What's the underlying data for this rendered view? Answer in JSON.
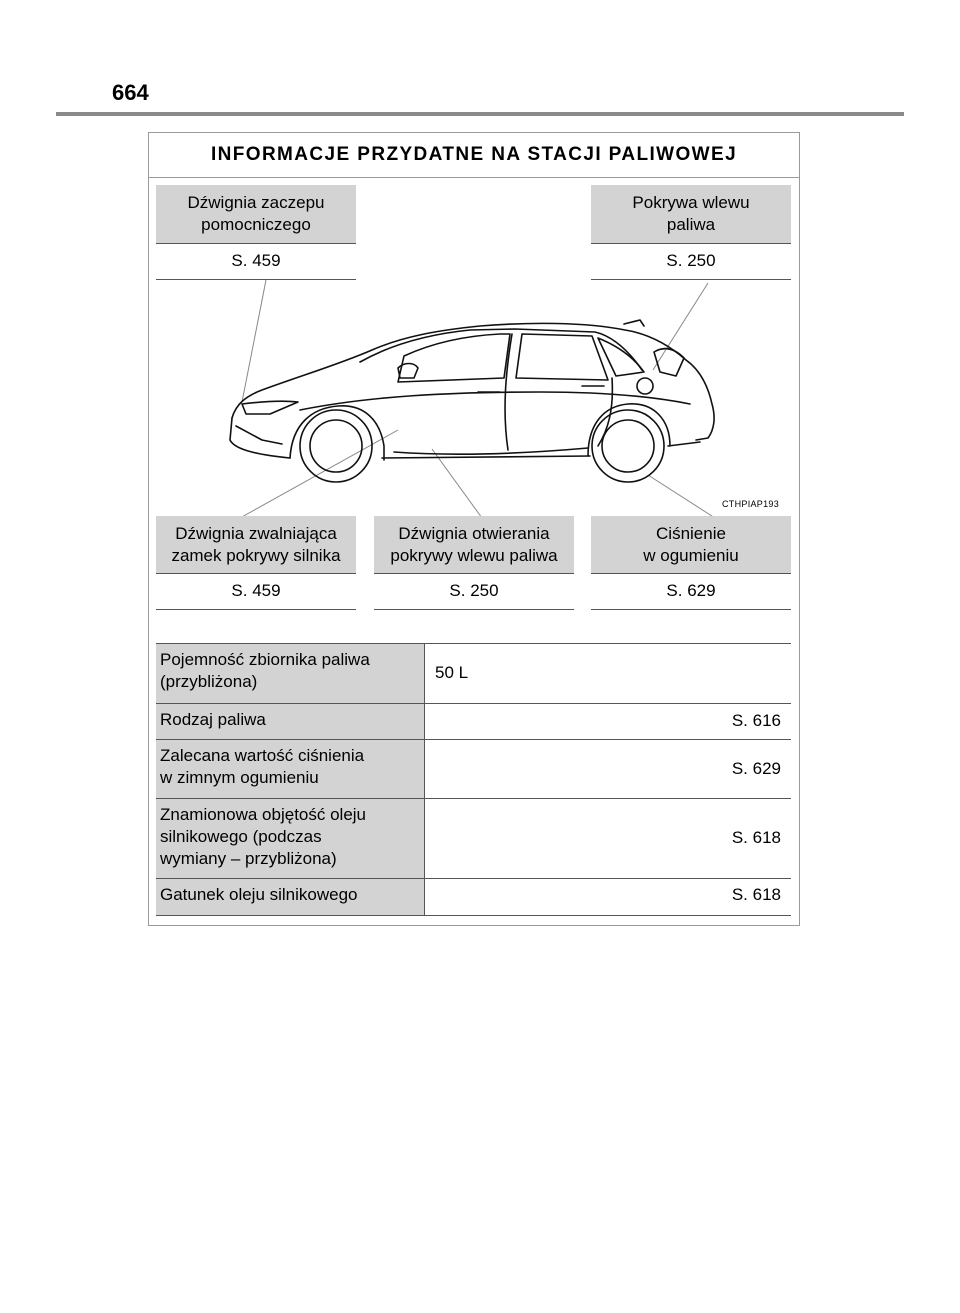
{
  "page_number": "664",
  "title": "INFORMACJE PRZYDATNE NA STACJI PALIWOWEJ",
  "callouts": {
    "hood_aux_latch": {
      "label": "Dźwignia zaczepu\npomocniczego",
      "ref": "S. 459"
    },
    "fuel_filler_door": {
      "label": "Pokrywa wlewu\npaliwa",
      "ref": "S. 250"
    },
    "hood_release": {
      "label": "Dźwignia zwalniająca\nzamek pokrywy silnika",
      "ref": "S. 459"
    },
    "fuel_door_opener": {
      "label": "Dźwignia otwierania\npokrywy wlewu paliwa",
      "ref": "S. 250"
    },
    "tire_pressure": {
      "label": "Ciśnienie\nw ogumieniu",
      "ref": "S. 629"
    }
  },
  "figure_code": "CTHPIAP193",
  "table": [
    {
      "key": "Pojemność zbiornika paliwa\n(przybliżona)",
      "value": "50 L",
      "align": "left"
    },
    {
      "key": "Rodzaj paliwa",
      "value": "S. 616",
      "align": "right"
    },
    {
      "key": "Zalecana wartość ciśnienia\nw zimnym ogumieniu",
      "value": "S. 629",
      "align": "right"
    },
    {
      "key": "Znamionowa objętość oleju\nsilnikowego (podczas\nwymiany – przybliżona)",
      "value": "S. 618",
      "align": "right"
    },
    {
      "key": "Gatunek oleju silnikowego",
      "value": "S. 618",
      "align": "right"
    }
  ]
}
